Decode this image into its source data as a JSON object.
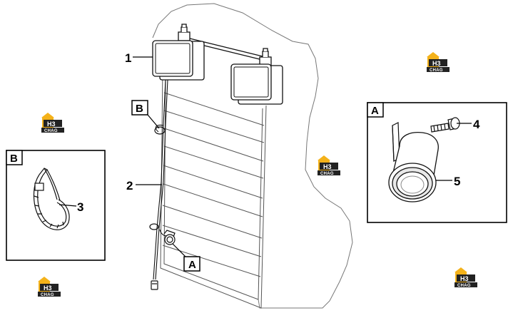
{
  "callouts": {
    "c1": "1",
    "c2": "2",
    "c3": "3",
    "c4": "4",
    "c5": "5"
  },
  "view_labels": {
    "b_main": "B",
    "a_main": "A",
    "b_detail": "B",
    "a_detail": "A"
  },
  "watermark": {
    "top": "H3",
    "bottom": "CHAG",
    "colors": {
      "yellow": "#f4b21a",
      "dark": "#222222"
    }
  }
}
